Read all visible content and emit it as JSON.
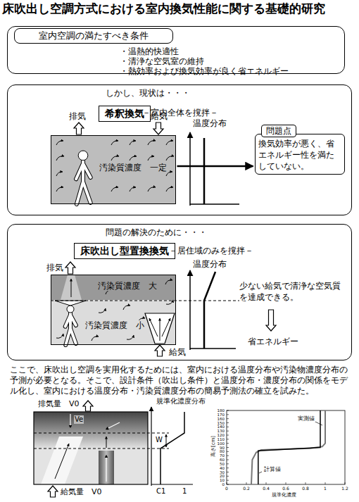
{
  "diagram": {
    "title": "床吹出し空調方式における室内換気性能に関する基礎的研究",
    "nodes": [
      {
        "text": [
          "・温熱的快適性",
          "・清浄な空気室の維持",
          "・熱効率および換気効率が良く省エネルギー"
        ]
      },
      {
        "text": [
          "室内空調の満たすべき条件"
        ],
        "in": 0
      },
      {
        "text": [
          "しかし、現状は・・・",
          "－室内全体を撹拌－"
        ]
      },
      {
        "text": [
          "希釈換気"
        ],
        "in": 2
      },
      {
        "text": [
          "汚染質濃度　一定"
        ],
        "in": 2
      },
      {
        "text": [
          "問題点",
          "換気効率が悪く、省エネルギー性を満たしていない。"
        ],
        "in": 2
      },
      {
        "text": [
          "問題の解決のために・・・",
          "－居住域のみを撹拌－"
        ]
      },
      {
        "text": [
          "床吹出し型置換換気"
        ],
        "in": 6
      },
      {
        "text": [
          "汚染質濃度　大",
          "汚染質濃度　小"
        ],
        "in": 6
      }
    ],
    "edges": [
      {
        "from": 4,
        "to": 5,
        "arrow": "to"
      }
    ],
    "labels": [
      "排気",
      "給気",
      "温度分布",
      "排気",
      "温度分布",
      "給気",
      "少ない給気で清浄な空気質を達成できる。",
      "省エネルギー",
      "ここで、床吹出し空調を実用化するためには、室内における温度分布や汚染物濃度分布の予測が必要となる。そこで、設計条件（吹出し条件）と温度分布・濃度分布の関係をモデル化し、室内における温度分布・汚染質濃度分布の簡易予測法の確立を試みた。",
      "排気量　V0",
      "Ve",
      "規準化濃度分布",
      "W",
      "給気量　V0",
      "C1",
      "1",
      "実測値",
      "計算値",
      "高さ[cm]",
      "規準化濃度",
      "0",
      "10",
      "20",
      "30",
      "40",
      "50",
      "60",
      "70",
      "80",
      "90",
      "100",
      "110",
      "120",
      "130",
      "140",
      "150",
      "160",
      "170",
      "180",
      "0",
      "0.2",
      "0.4",
      "0.6",
      "0.8",
      "1",
      "1.2"
    ]
  }
}
